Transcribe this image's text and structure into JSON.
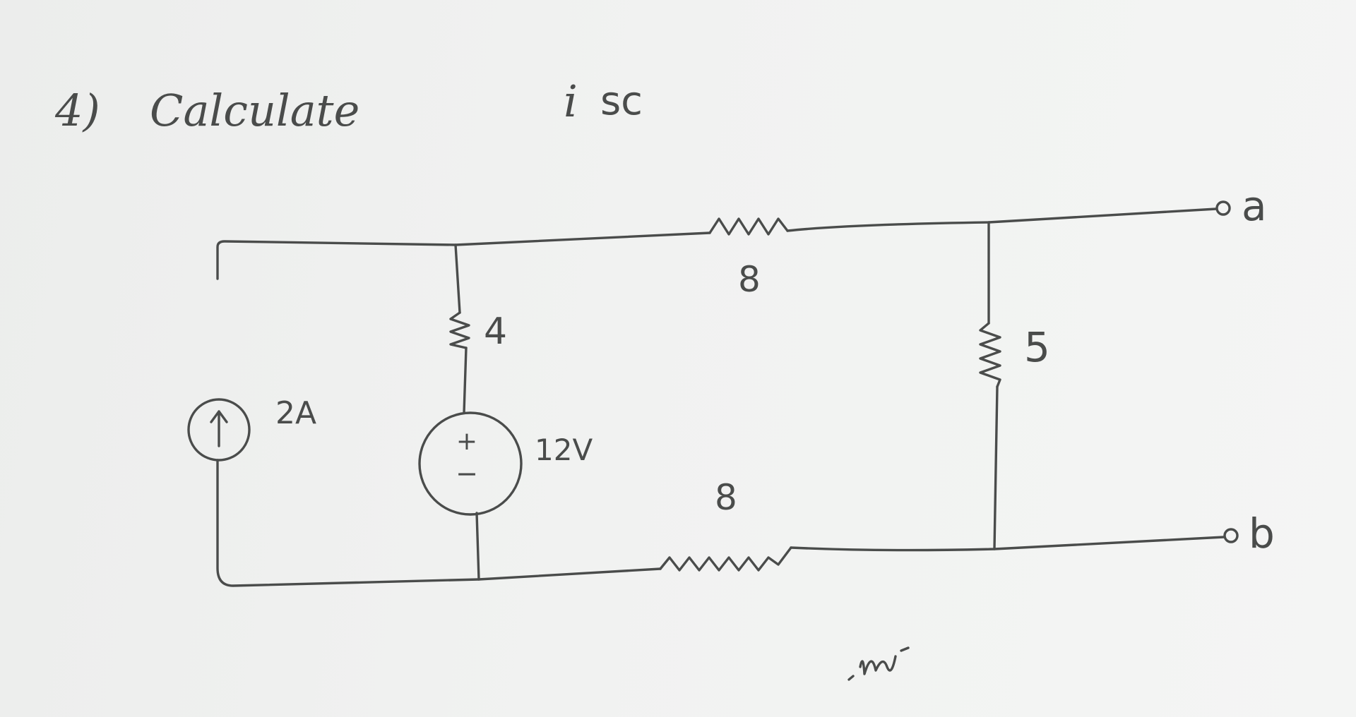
{
  "problem": {
    "number": "4)",
    "instruction": "Calculate",
    "target_symbol": "i",
    "target_subscript": "sc"
  },
  "components": {
    "current_source": {
      "value": "2A"
    },
    "resistor_series_left": {
      "value": "4"
    },
    "voltage_source": {
      "value": "12V",
      "plus": "+",
      "minus": "−"
    },
    "resistor_top": {
      "value": "8"
    },
    "resistor_bottom": {
      "value": "8"
    },
    "resistor_right": {
      "value": "5"
    }
  },
  "terminals": {
    "a": "a",
    "b": "b"
  },
  "scribble": {
    "text": "ͷu"
  }
}
